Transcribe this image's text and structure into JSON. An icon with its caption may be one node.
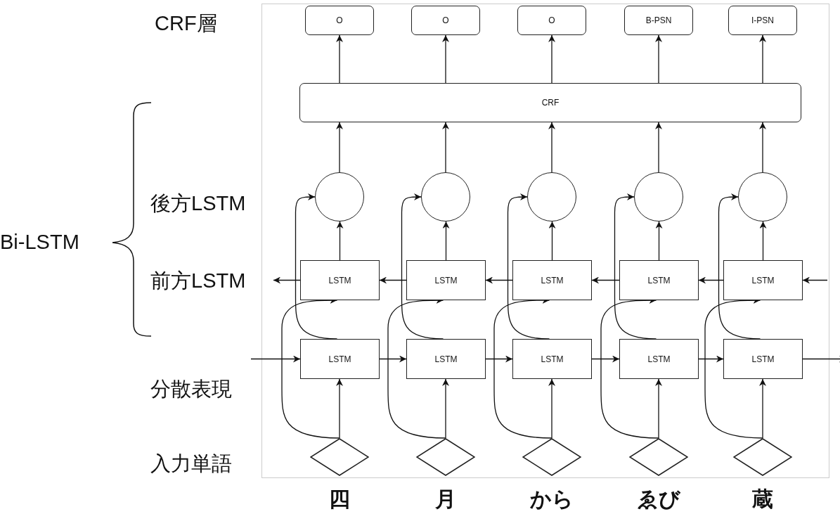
{
  "diagram": {
    "nodes": [
      {
        "text": [
          "O"
        ]
      },
      {
        "text": [
          "O"
        ]
      },
      {
        "text": [
          "O"
        ]
      },
      {
        "text": [
          "B-PSN"
        ]
      },
      {
        "text": [
          "I-PSN"
        ]
      },
      {
        "text": [
          "CRF"
        ]
      },
      {
        "text": [],
        "shape": "circle"
      },
      {
        "text": [],
        "shape": "circle"
      },
      {
        "text": [],
        "shape": "circle"
      },
      {
        "text": [],
        "shape": "circle"
      },
      {
        "text": [],
        "shape": "circle"
      },
      {
        "text": [
          "LSTM"
        ]
      },
      {
        "text": [
          "LSTM"
        ]
      },
      {
        "text": [
          "LSTM"
        ]
      },
      {
        "text": [
          "LSTM"
        ]
      },
      {
        "text": [
          "LSTM"
        ]
      },
      {
        "text": [
          "LSTM"
        ]
      },
      {
        "text": [
          "LSTM"
        ]
      },
      {
        "text": [
          "LSTM"
        ]
      },
      {
        "text": [
          "LSTM"
        ]
      },
      {
        "text": [
          "LSTM"
        ]
      },
      {
        "text": [],
        "shape": "diamond",
        "beside": [
          "四"
        ]
      },
      {
        "text": [],
        "shape": "diamond",
        "beside": [
          "月"
        ]
      },
      {
        "text": [],
        "shape": "diamond",
        "beside": [
          "から"
        ]
      },
      {
        "text": [],
        "shape": "diamond",
        "beside": [
          "ゑび"
        ]
      },
      {
        "text": [],
        "shape": "diamond",
        "beside": [
          "蔵"
        ]
      }
    ],
    "edges": [
      {
        "from": 5,
        "to": 0,
        "arrow": "to"
      },
      {
        "from": 5,
        "to": 1,
        "arrow": "to"
      },
      {
        "from": 5,
        "to": 2,
        "arrow": "to"
      },
      {
        "from": 5,
        "to": 3,
        "arrow": "to"
      },
      {
        "from": 5,
        "to": 4,
        "arrow": "to"
      },
      {
        "from": 6,
        "to": 5,
        "arrow": "to"
      },
      {
        "from": 7,
        "to": 5,
        "arrow": "to"
      },
      {
        "from": 8,
        "to": 5,
        "arrow": "to"
      },
      {
        "from": 9,
        "to": 5,
        "arrow": "to"
      },
      {
        "from": 10,
        "to": 5,
        "arrow": "to"
      },
      {
        "from": 11,
        "to": 6,
        "arrow": "to"
      },
      {
        "from": 12,
        "to": 7,
        "arrow": "to"
      },
      {
        "from": 13,
        "to": 8,
        "arrow": "to"
      },
      {
        "from": 14,
        "to": 9,
        "arrow": "to"
      },
      {
        "from": 15,
        "to": 10,
        "arrow": "to"
      },
      {
        "from": 16,
        "to": 6,
        "arrow": "to"
      },
      {
        "from": 17,
        "to": 7,
        "arrow": "to"
      },
      {
        "from": 18,
        "to": 8,
        "arrow": "to"
      },
      {
        "from": 19,
        "to": 9,
        "arrow": "to"
      },
      {
        "from": 20,
        "to": 10,
        "arrow": "to"
      },
      {
        "from": 21,
        "to": 11,
        "arrow": "to"
      },
      {
        "from": 22,
        "to": 12,
        "arrow": "to"
      },
      {
        "from": 23,
        "to": 13,
        "arrow": "to"
      },
      {
        "from": 24,
        "to": 14,
        "arrow": "to"
      },
      {
        "from": 25,
        "to": 15,
        "arrow": "to"
      },
      {
        "from": 21,
        "to": 16,
        "arrow": "to"
      },
      {
        "from": 22,
        "to": 17,
        "arrow": "to"
      },
      {
        "from": 23,
        "to": 18,
        "arrow": "to"
      },
      {
        "from": 24,
        "to": 19,
        "arrow": "to"
      },
      {
        "from": 25,
        "to": 20,
        "arrow": "to"
      },
      {
        "from": null,
        "to": 16,
        "arrow": "to"
      },
      {
        "from": 16,
        "to": 17,
        "arrow": "to"
      },
      {
        "from": 17,
        "to": 18,
        "arrow": "to"
      },
      {
        "from": 18,
        "to": 19,
        "arrow": "to"
      },
      {
        "from": 19,
        "to": 20,
        "arrow": "to"
      },
      {
        "from": 20,
        "to": null,
        "arrow": "to"
      },
      {
        "from": null,
        "to": 15,
        "arrow": "to"
      },
      {
        "from": 12,
        "to": 11,
        "arrow": "to"
      },
      {
        "from": 13,
        "to": 12,
        "arrow": "to"
      },
      {
        "from": 14,
        "to": 13,
        "arrow": "to"
      },
      {
        "from": 15,
        "to": 14,
        "arrow": "to"
      },
      {
        "from": 11,
        "to": null,
        "arrow": "to"
      }
    ],
    "labels": [
      "CRF層",
      "後方LSTM",
      "Bi-LSTM",
      "前方LSTM",
      "分散表現",
      "入力単語"
    ]
  }
}
